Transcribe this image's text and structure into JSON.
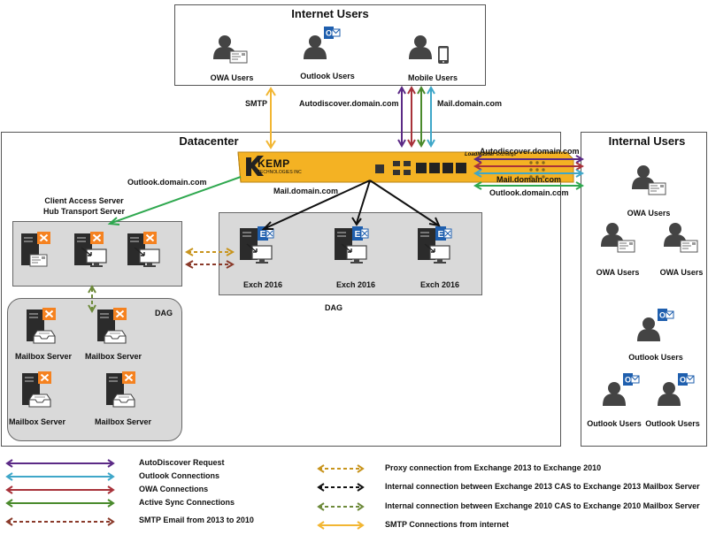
{
  "title_internet": "Internet Users",
  "title_datacenter": "Datacenter",
  "title_internal": "Internal Users",
  "internet_users": {
    "owa": "OWA Users",
    "outlook": "Outlook Users",
    "mobile": "Mobile Users"
  },
  "link_labels": {
    "smtp": "SMTP",
    "autodiscover_top": "Autodiscover.domain.com",
    "mail_top": "Mail.domain.com",
    "autodiscover_right": "Autodiscover.domain.com",
    "mail_right": "Mail.domain.com",
    "outlook_right": "Outlook.domain.com",
    "outlook_left": "Outlook.domain.com",
    "mail_center": "Mail.domain.com"
  },
  "kemp": {
    "brand": "KEMP",
    "sub": "TECHNOLOGIES INC",
    "model": "LoadMaster",
    "tag": "Exchange"
  },
  "cas_2010": {
    "label_line1": "Client Access Server",
    "label_line2": "Hub Transport Server"
  },
  "exch_2016": {
    "servers": [
      "Exch 2016",
      "Exch 2016",
      "Exch 2016"
    ],
    "dag": "DAG"
  },
  "dag_2010": {
    "label": "DAG",
    "servers": [
      "Mailbox Server",
      "Mailbox Server",
      "Mailbox Server",
      "Mailbox Server"
    ]
  },
  "internal_users": {
    "owa": [
      "OWA Users",
      "OWA Users",
      "OWA Users"
    ],
    "outlook": [
      "Outlook Users",
      "Outlook Users",
      "Outlook Users"
    ]
  },
  "legend_left": [
    {
      "label": "AutoDiscover Request",
      "color": "#5b2a86"
    },
    {
      "label": "Outlook Connections",
      "color": "#3fa7c9"
    },
    {
      "label": "OWA Connections",
      "color": "#a8323a"
    },
    {
      "label": "Active Sync Connections",
      "color": "#4a8a2c"
    },
    {
      "label": "SMTP Email from 2013 to 2010",
      "color": "#8a3a2a"
    }
  ],
  "legend_right": [
    {
      "label": "Proxy connection from Exchange 2013 to Exchange 2010",
      "color": "#c8941c"
    },
    {
      "label": "Internal connection between Exchange 2013 CAS to Exchange 2013 Mailbox Server",
      "color": "#111111"
    },
    {
      "label": "Internal connection between Exchange 2010 CAS to Exchange 2010 Mailbox Server",
      "color": "#6d8a3a"
    },
    {
      "label": "SMTP Connections from internet",
      "color": "#f2b632"
    }
  ],
  "colors": {
    "autodiscover": "#5b2a86",
    "outlook": "#3fa7c9",
    "owa": "#a8323a",
    "activesync": "#4a8a2c",
    "smtp_2013_2010": "#8a3a2a",
    "proxy": "#c8941c",
    "internal_2013": "#111111",
    "internal_2010": "#6d8a3a",
    "smtp_internet": "#f2b632",
    "green_link": "#2fa84f",
    "exchange_orange": "#f58220",
    "exchange_blue": "#1f5fae",
    "kemp_yellow": "#f4b223"
  },
  "icons": {
    "user": "user-icon",
    "envelope": "envelope-icon",
    "outlook": "outlook-icon",
    "phone": "phone-icon",
    "server": "server-icon",
    "exchange": "exchange-icon",
    "appliance": "load-balancer-icon"
  }
}
